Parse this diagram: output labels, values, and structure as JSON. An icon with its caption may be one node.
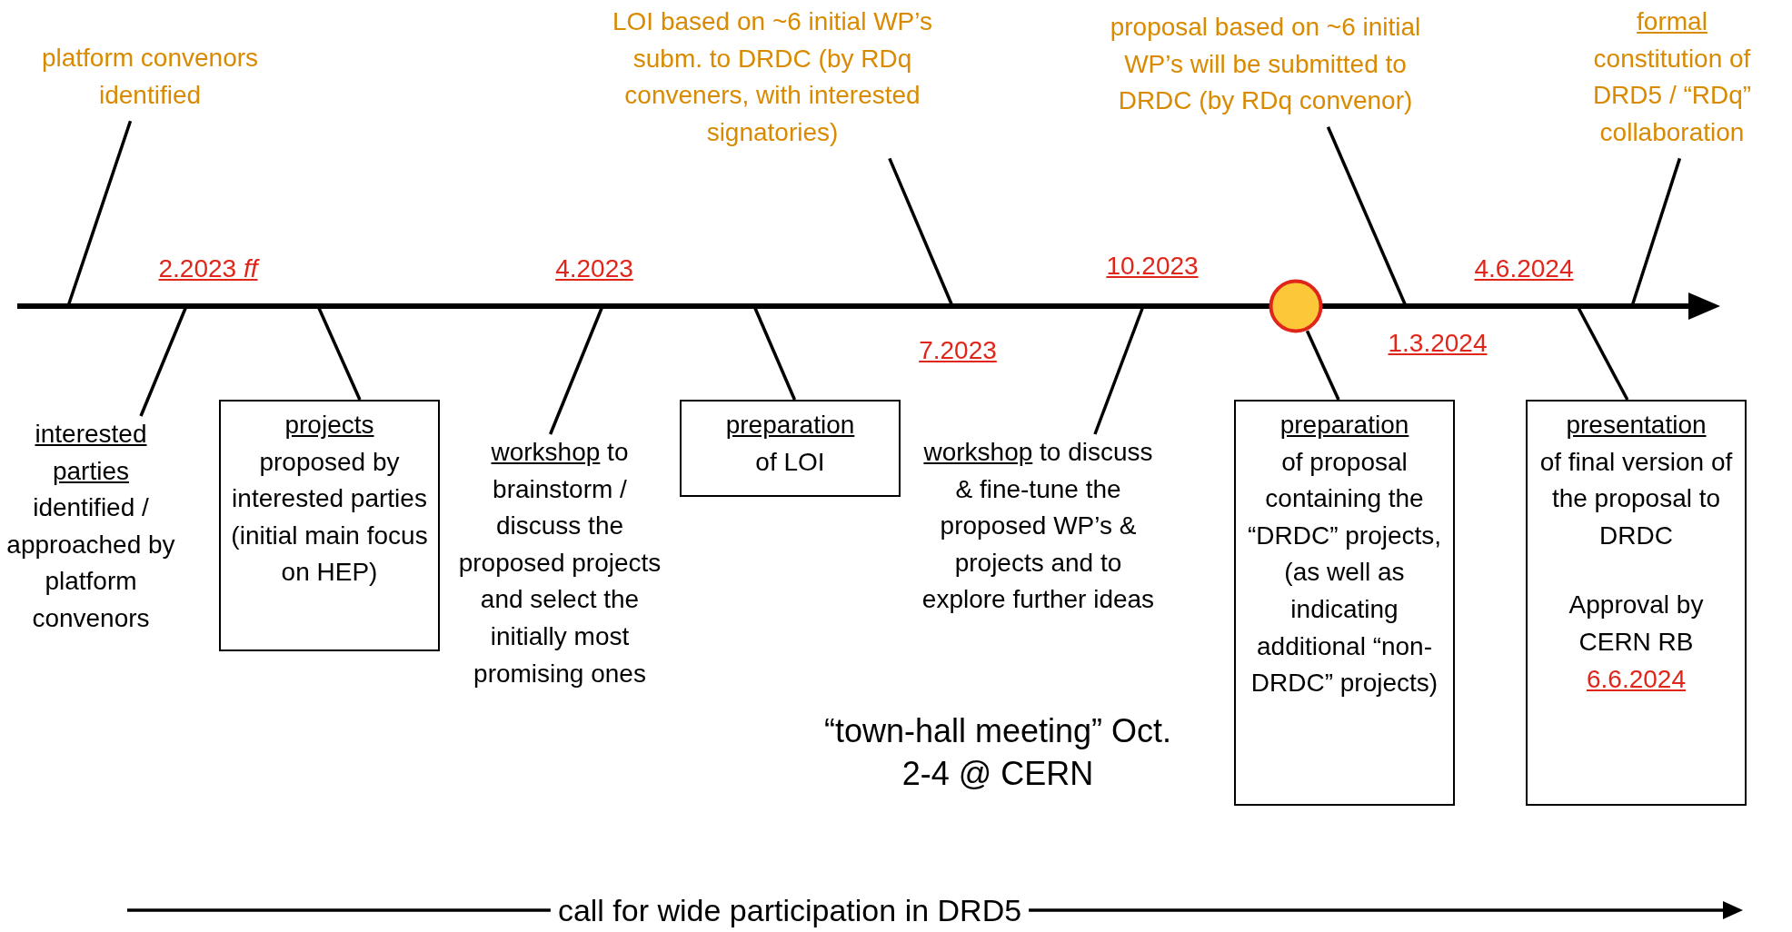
{
  "diagram": {
    "nodes": [
      {
        "text": [
          "platform convenors identified"
        ]
      },
      {
        "text": [
          "LOI based on ~6 initial WP’s subm. to DRDC (by RDq conveners, with interested signatories)"
        ]
      },
      {
        "text": [
          "proposal based on ~6 initial WP’s will be submitted to DRDC (by RDq convenor)"
        ]
      },
      {
        "text": [
          "formal",
          "constitution of DRD5 / “RDq” collaboration"
        ]
      },
      {
        "text": [
          "interested parties",
          "identified / approached by platform convenors"
        ]
      },
      {
        "text": [
          "projects",
          "proposed by interested parties (initial main focus on HEP)"
        ]
      },
      {
        "text": [
          "workshop",
          "to brainstorm / discuss the proposed projects and select the initially most promising ones"
        ]
      },
      {
        "text": [
          "preparation",
          "of LOI"
        ]
      },
      {
        "text": [
          "workshop",
          "to discuss & fine-tune the proposed WP’s & projects and to explore further ideas"
        ]
      },
      {
        "text": [
          "preparation",
          "of proposal containing the “DRDC” projects, (as well as indicating additional “non-DRDC” projects)"
        ]
      },
      {
        "text": [
          "presentation",
          "of final version of the proposal to DRDC",
          "Approval by CERN RB",
          "6.6.2024"
        ]
      },
      {
        "text": [],
        "shape": "circle"
      }
    ],
    "edges": [
      {
        "from": 0,
        "to": null,
        "arrow": "none"
      },
      {
        "from": 1,
        "to": null,
        "arrow": "none"
      },
      {
        "from": 2,
        "to": null,
        "arrow": "none"
      },
      {
        "from": 3,
        "to": null,
        "arrow": "none"
      },
      {
        "from": 4,
        "to": null,
        "arrow": "none"
      },
      {
        "from": 5,
        "to": null,
        "arrow": "none"
      },
      {
        "from": 6,
        "to": null,
        "arrow": "none"
      },
      {
        "from": 7,
        "to": null,
        "arrow": "none"
      },
      {
        "from": 8,
        "to": null,
        "arrow": "none"
      },
      {
        "from": 11,
        "to": 9,
        "arrow": "none"
      },
      {
        "from": 10,
        "to": null,
        "arrow": "none"
      }
    ],
    "labels": [
      "2.2023 *ff*",
      "4.2023",
      "10.2023",
      "4.6.2024",
      "7.2023",
      "1.3.2024",
      "“town-hall meeting” Oct. 2-4 @ CERN",
      "call for wide participation in DRD5"
    ]
  }
}
